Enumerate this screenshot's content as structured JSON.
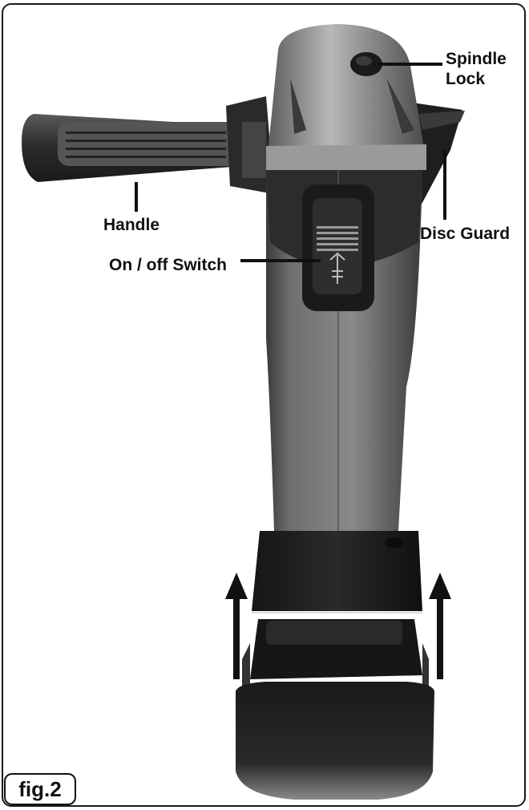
{
  "figure": {
    "label": "fig.2"
  },
  "callouts": {
    "spindle_lock": {
      "line1": "Spindle",
      "line2": "Lock"
    },
    "handle": "Handle",
    "disc_guard": "Disc Guard",
    "on_off_switch": "On / off Switch"
  },
  "icons": {
    "arrows": [
      "up-arrow-left",
      "up-arrow-right"
    ],
    "switch_symbol": "unlock-arrow-icon"
  }
}
